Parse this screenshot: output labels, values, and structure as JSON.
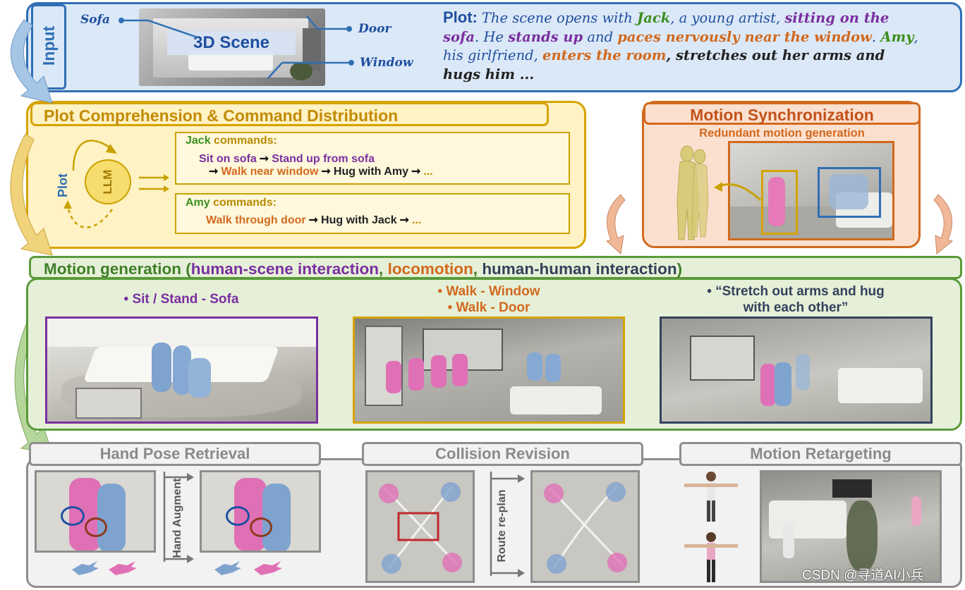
{
  "input": {
    "side_label": "Input",
    "scene_label": "3D Scene",
    "obj_sofa": "Sofa",
    "obj_door": "Door",
    "obj_window": "Window",
    "plot_label": "Plot:",
    "plot_segments": [
      {
        "text": "The scene opens with ",
        "color": "#1f4fa0"
      },
      {
        "text": "Jack",
        "color": "#3c8f1e"
      },
      {
        "text": ", a young artist, ",
        "color": "#1f4fa0"
      },
      {
        "text": "sitting on the sofa",
        "color": "#7a2fa0"
      },
      {
        "text": ". He ",
        "color": "#1f4fa0"
      },
      {
        "text": "stands up",
        "color": "#7a2fa0"
      },
      {
        "text": " and ",
        "color": "#1f4fa0"
      },
      {
        "text": "paces nervously near the window",
        "color": "#d2691e"
      },
      {
        "text": ". ",
        "color": "#1f4fa0"
      },
      {
        "text": "Amy",
        "color": "#3c8f1e"
      },
      {
        "text": ", his girlfriend, ",
        "color": "#1f4fa0"
      },
      {
        "text": "enters the room",
        "color": "#d2691e"
      },
      {
        "text": ", stretches out her arms and hugs him ...",
        "color": "#222222"
      }
    ]
  },
  "plot_comp": {
    "title": "Plot Comprehension & Command Distribution",
    "plot_tag": "Plot",
    "llm_tag": "LLM",
    "jack_name": "Jack",
    "jack_suffix": " commands:",
    "jack_line1": [
      {
        "text": "Sit on sofa",
        "color": "#7a2fa0"
      },
      {
        "text": "Stand up from sofa",
        "color": "#7a2fa0"
      }
    ],
    "jack_line2": [
      {
        "text": "Walk near window",
        "color": "#d2691e"
      },
      {
        "text": "Hug with Amy",
        "color": "#222222"
      },
      {
        "text": "...",
        "color": "#b88a00"
      }
    ],
    "amy_name": "Amy",
    "amy_suffix": " commands:",
    "amy_line": [
      {
        "text": "Walk through door",
        "color": "#d2691e"
      },
      {
        "text": "Hug with Jack",
        "color": "#222222"
      },
      {
        "text": "...",
        "color": "#b88a00"
      }
    ]
  },
  "motion_sync": {
    "title": "Motion Synchronization",
    "subtitle": "Redundant motion generation"
  },
  "motion_gen": {
    "title_prefix": "Motion generation (",
    "title_hsi": "human-scene interaction",
    "title_sep1": ", ",
    "title_loco": "locomotion",
    "title_sep2": ", ",
    "title_hhi": "human-human interaction",
    "title_suffix": ")",
    "caption1": "• Sit / Stand - Sofa",
    "caption2a": "• Walk - Window",
    "caption2b": "• Walk - Door",
    "caption3a": "• “Stretch out arms and hug",
    "caption3b": "with each other”"
  },
  "bottom": {
    "hand_title": "Hand Pose Retrieval",
    "hand_augment": "Hand Augment",
    "collision_title": "Collision Revision",
    "route_replan": "Route re-plan",
    "retarget_title": "Motion Retargeting"
  },
  "watermark": "CSDN @寻道AI小兵",
  "colors": {
    "blue": "#2f6fb5",
    "gold": "#d6a300",
    "orange": "#d2691e",
    "green": "#5a9a3a",
    "purple": "#7a2fa0",
    "grey": "#8e8e8e"
  }
}
